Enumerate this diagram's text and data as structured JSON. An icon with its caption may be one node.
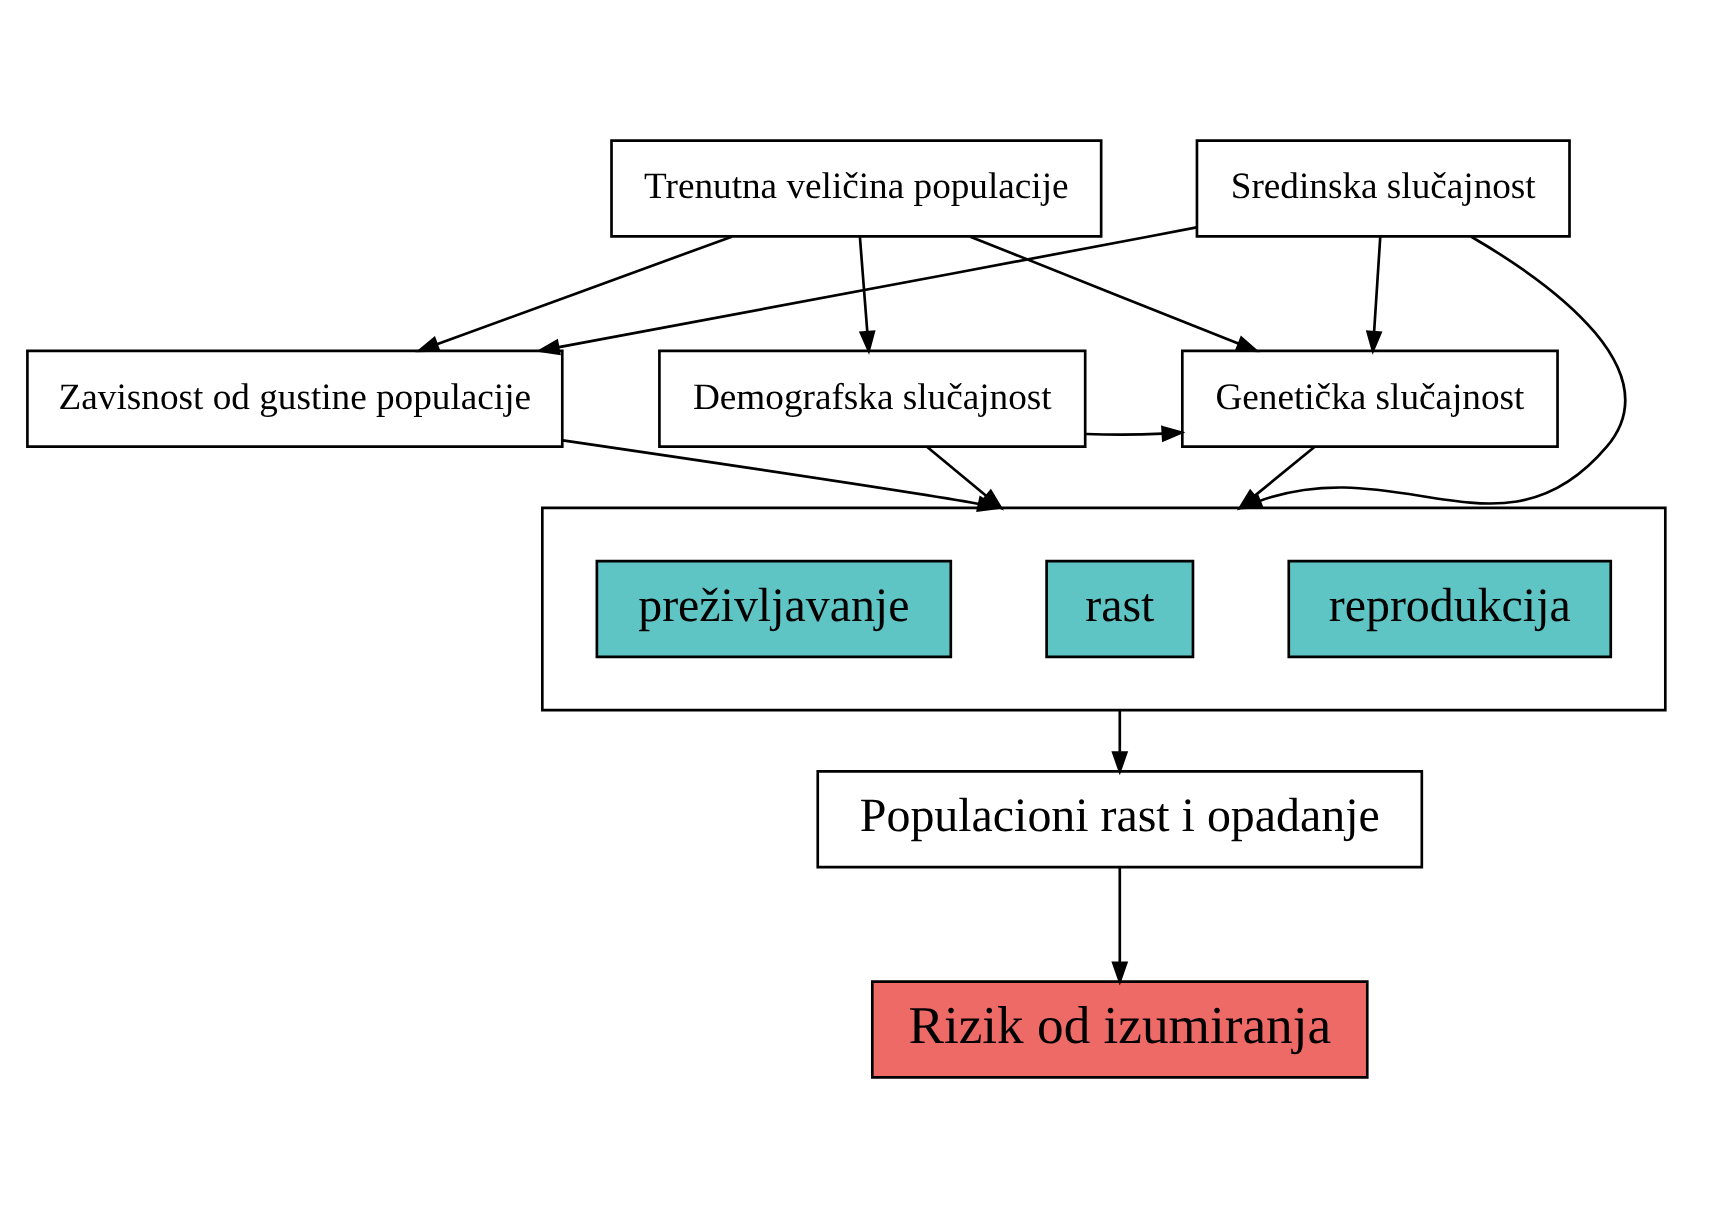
{
  "diagram": {
    "nodes": [
      {
        "text": [
          "Trenutna veličina populacije"
        ]
      },
      {
        "text": [
          "Sredinska slučajnost"
        ]
      },
      {
        "text": [
          "Zavisnost od gustine populacije"
        ]
      },
      {
        "text": [
          "Demografska slučajnost"
        ]
      },
      {
        "text": [
          "Genetička slučajnost"
        ]
      },
      {
        "text": [],
        "shape": "box"
      },
      {
        "text": [
          "preživljavanje"
        ],
        "in": 5
      },
      {
        "text": [
          "rast"
        ],
        "in": 5
      },
      {
        "text": [
          "reprodukcija"
        ],
        "in": 5
      },
      {
        "text": [
          "Populacioni rast i opadanje"
        ]
      },
      {
        "text": [
          "Rizik od izumiranja"
        ]
      }
    ],
    "edges": [
      {
        "from": 0,
        "to": 2,
        "arrow": "to"
      },
      {
        "from": 0,
        "to": 3,
        "arrow": "to"
      },
      {
        "from": 0,
        "to": 4,
        "arrow": "to"
      },
      {
        "from": 1,
        "to": 2,
        "arrow": "to"
      },
      {
        "from": 1,
        "to": 4,
        "arrow": "to"
      },
      {
        "from": 1,
        "to": 5,
        "arrow": "to"
      },
      {
        "from": 2,
        "to": 5,
        "arrow": "to"
      },
      {
        "from": 3,
        "to": 5,
        "arrow": "to"
      },
      {
        "from": 3,
        "to": 4,
        "arrow": "to"
      },
      {
        "from": 4,
        "to": 5,
        "arrow": "to"
      },
      {
        "from": 5,
        "to": 9,
        "arrow": "to"
      },
      {
        "from": 9,
        "to": 10,
        "arrow": "to"
      }
    ]
  }
}
